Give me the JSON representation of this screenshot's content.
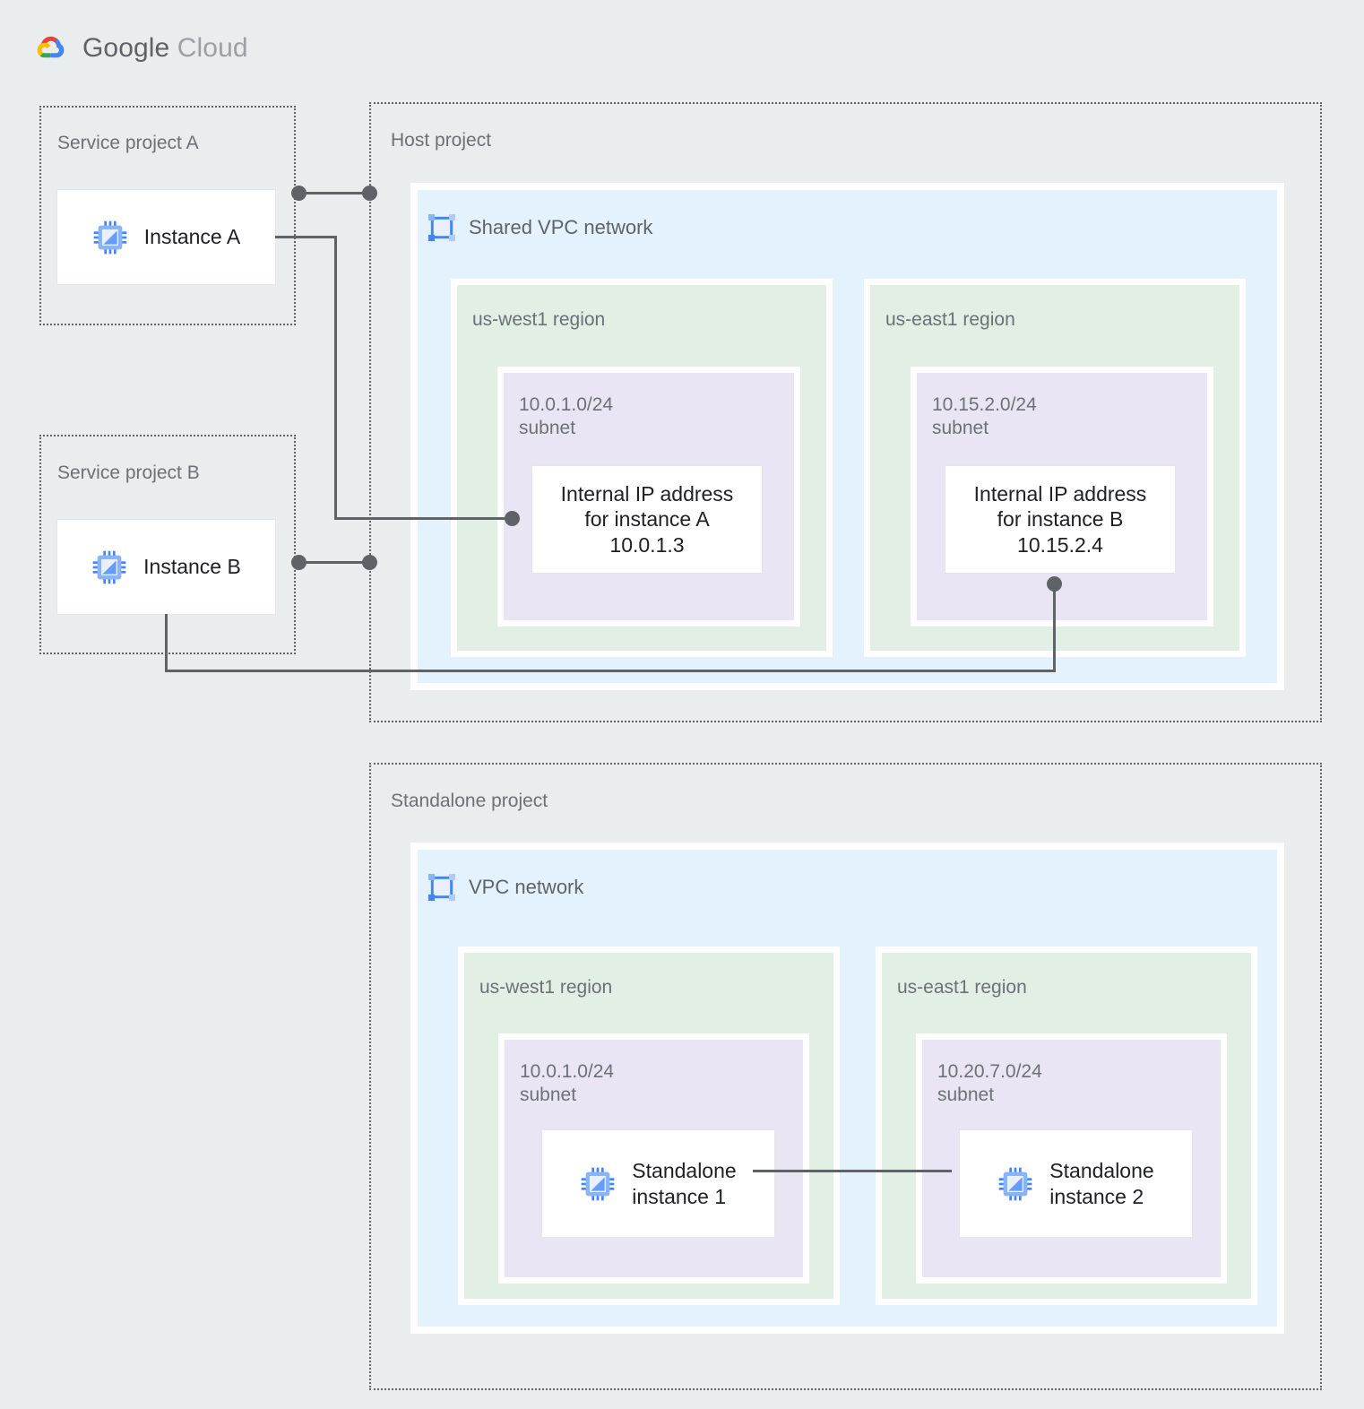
{
  "brand": {
    "name_bold": "Google",
    "name_light": " Cloud",
    "logo": "google-cloud-logo"
  },
  "diagram": {
    "type": "network-architecture",
    "projects": [
      {
        "id": "service-project-a",
        "label": "Service project A",
        "nodes": [
          {
            "id": "instance-a",
            "label": "Instance A",
            "icon": "compute-instance-icon"
          }
        ]
      },
      {
        "id": "service-project-b",
        "label": "Service project B",
        "nodes": [
          {
            "id": "instance-b",
            "label": "Instance B",
            "icon": "compute-instance-icon"
          }
        ]
      },
      {
        "id": "host-project",
        "label": "Host project",
        "networks": [
          {
            "id": "shared-vpc-network",
            "label": "Shared VPC network",
            "icon": "vpc-network-icon",
            "regions": [
              {
                "id": "us-west1",
                "label": "us-west1 region",
                "subnets": [
                  {
                    "id": "subnet-10-0-1-0-24",
                    "label": "10.0.1.0/24\nsubnet",
                    "nodes": [
                      {
                        "id": "ip-instance-a",
                        "label": "Internal IP address\nfor instance A\n10.0.1.3"
                      }
                    ]
                  }
                ]
              },
              {
                "id": "us-east1",
                "label": "us-east1 region",
                "subnets": [
                  {
                    "id": "subnet-10-15-2-0-24",
                    "label": "10.15.2.0/24\nsubnet",
                    "nodes": [
                      {
                        "id": "ip-instance-b",
                        "label": "Internal IP address\nfor instance B\n10.15.2.4"
                      }
                    ]
                  }
                ]
              }
            ]
          }
        ]
      },
      {
        "id": "standalone-project",
        "label": "Standalone project",
        "networks": [
          {
            "id": "vpc-network",
            "label": "VPC network",
            "icon": "vpc-network-icon",
            "regions": [
              {
                "id": "us-west1-standalone",
                "label": "us-west1 region",
                "subnets": [
                  {
                    "id": "subnet-10-0-1-0-24-standalone",
                    "label": "10.0.1.0/24\nsubnet",
                    "nodes": [
                      {
                        "id": "standalone-instance-1",
                        "label": "Standalone\ninstance 1",
                        "icon": "compute-instance-icon"
                      }
                    ]
                  }
                ]
              },
              {
                "id": "us-east1-standalone",
                "label": "us-east1 region",
                "subnets": [
                  {
                    "id": "subnet-10-20-7-0-24",
                    "label": "10.20.7.0/24\nsubnet",
                    "nodes": [
                      {
                        "id": "standalone-instance-2",
                        "label": "Standalone\ninstance 2",
                        "icon": "compute-instance-icon"
                      }
                    ]
                  }
                ]
              }
            ]
          }
        ]
      }
    ],
    "connections": [
      {
        "id": "conn-instance-a-boundary",
        "from": "service-project-a",
        "to": "host-project",
        "style": "dot-line-dot"
      },
      {
        "id": "conn-instance-a-ip",
        "from": "instance-a",
        "to": "ip-instance-a",
        "style": "orthogonal-dot-end"
      },
      {
        "id": "conn-instance-b-boundary",
        "from": "service-project-b",
        "to": "host-project",
        "style": "dot-line-dot"
      },
      {
        "id": "conn-instance-b-ip",
        "from": "instance-b",
        "to": "ip-instance-b",
        "style": "orthogonal-dot-end"
      },
      {
        "id": "conn-standalone-1-2",
        "from": "standalone-instance-1",
        "to": "standalone-instance-2",
        "style": "straight"
      }
    ]
  },
  "colors": {
    "page_background": "#eaeded",
    "vpc_fill": "#e3f2fd",
    "region_fill": "#e1efe4",
    "subnet_fill": "#eae5f4",
    "node_fill": "#ffffff",
    "border_dotted": "#5f6368",
    "connector": "#5f6368",
    "label_text": "#6b7177",
    "node_text": "#202124",
    "icon_blue": "#4285f4",
    "icon_blue_light": "#8ab4f8",
    "logo_red": "#ea4335",
    "logo_yellow": "#fbbc04",
    "logo_green": "#34a853",
    "logo_blue": "#4285f4"
  }
}
